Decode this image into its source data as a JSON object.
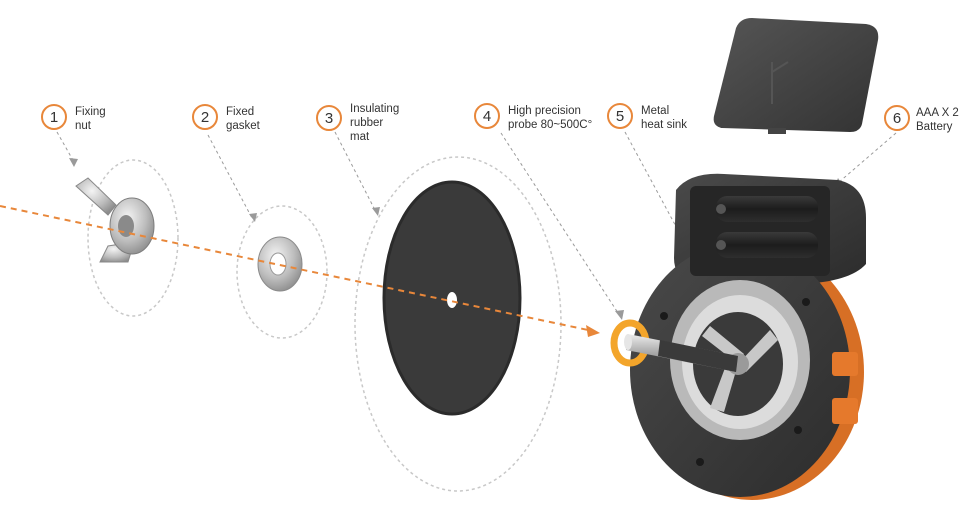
{
  "colors": {
    "accent": "#e8873a",
    "dark": "#3b3b3b",
    "metal": "#c9c9c9"
  },
  "parts": [
    {
      "number": "1",
      "lines": [
        "Fixing",
        "nut"
      ]
    },
    {
      "number": "2",
      "lines": [
        "Fixed",
        "gasket"
      ]
    },
    {
      "number": "3",
      "lines": [
        "Insulating",
        "rubber",
        "mat"
      ]
    },
    {
      "number": "4",
      "lines": [
        "High precision",
        "probe 80~500C°"
      ]
    },
    {
      "number": "5",
      "lines": [
        "Metal",
        "heat sink"
      ]
    },
    {
      "number": "6",
      "lines": [
        "AAA X 2",
        "Battery"
      ]
    }
  ]
}
